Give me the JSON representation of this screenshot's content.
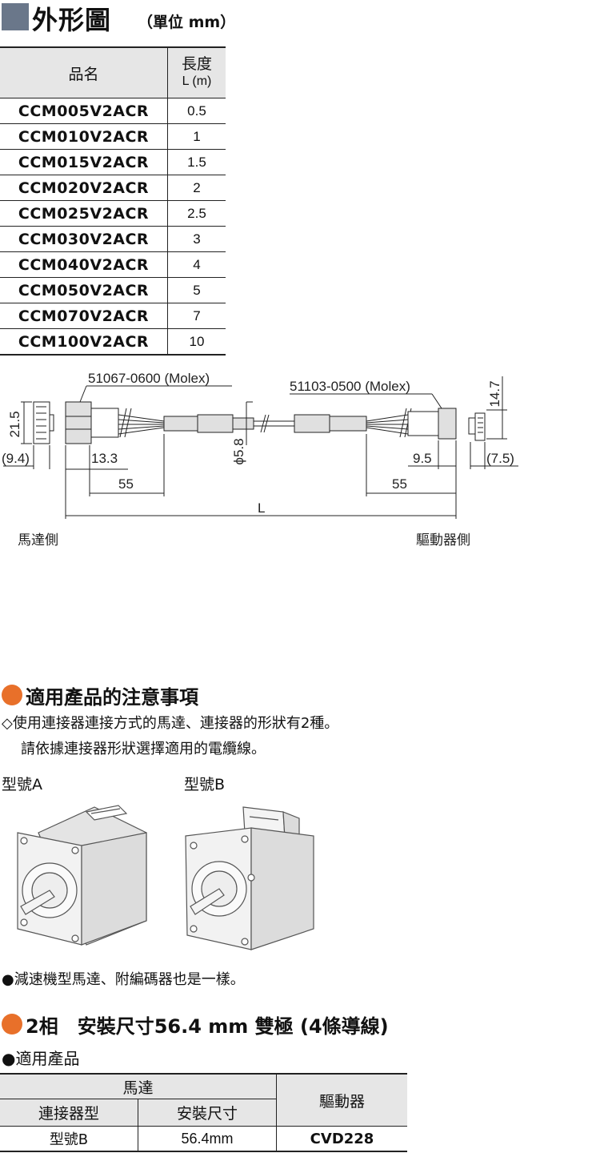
{
  "section1": {
    "title": "外形圖",
    "unit": "（單位 mm）"
  },
  "length_table": {
    "header_name": "品名",
    "header_len_1": "長度",
    "header_len_2": "L (m)",
    "rows": [
      {
        "name": "CCM005V2ACR",
        "len": "0.5"
      },
      {
        "name": "CCM010V2ACR",
        "len": "1"
      },
      {
        "name": "CCM015V2ACR",
        "len": "1.5"
      },
      {
        "name": "CCM020V2ACR",
        "len": "2"
      },
      {
        "name": "CCM025V2ACR",
        "len": "2.5"
      },
      {
        "name": "CCM030V2ACR",
        "len": "3"
      },
      {
        "name": "CCM040V2ACR",
        "len": "4"
      },
      {
        "name": "CCM050V2ACR",
        "len": "5"
      },
      {
        "name": "CCM070V2ACR",
        "len": "7"
      },
      {
        "name": "CCM100V2ACR",
        "len": "10"
      }
    ]
  },
  "drawing": {
    "connector_left": "51067-0600 (Molex)",
    "connector_right": "51103-0500 (Molex)",
    "dim_21_5": "21.5",
    "dim_9_4": "(9.4)",
    "dim_13_3": "13.3",
    "dim_55_left": "55",
    "dim_phi": "ϕ5.8",
    "dim_9_5": "9.5",
    "dim_55_right": "55",
    "dim_7_5": "(7.5)",
    "dim_14_7": "14.7",
    "dim_L": "L",
    "motor_side": "馬達側",
    "driver_side": "驅動器側"
  },
  "section2": {
    "title": "適用產品的注意事項",
    "line1": "◇使用連接器連接方式的馬達、連接器的形狀有2種。",
    "line2": "請依據連接器形狀選擇適用的電纜線。",
    "typeA": "型號A",
    "typeB": "型號B",
    "note": "●減速機型馬達、附編碼器也是一樣。"
  },
  "section3": {
    "title": "2相　安裝尺寸56.4 mm 雙極 (4條導線)",
    "sub": "●適用產品"
  },
  "product_table": {
    "motor": "馬達",
    "driver_header": "驅動器",
    "connector_type": "連接器型",
    "mount_size": "安裝尺寸",
    "row_type": "型號B",
    "row_size": "56.4mm",
    "row_driver": "CVD228"
  },
  "colors": {
    "accent_blue": "#6a778a",
    "accent_orange": "#e8702a",
    "header_gray": "#e6e6e6"
  }
}
